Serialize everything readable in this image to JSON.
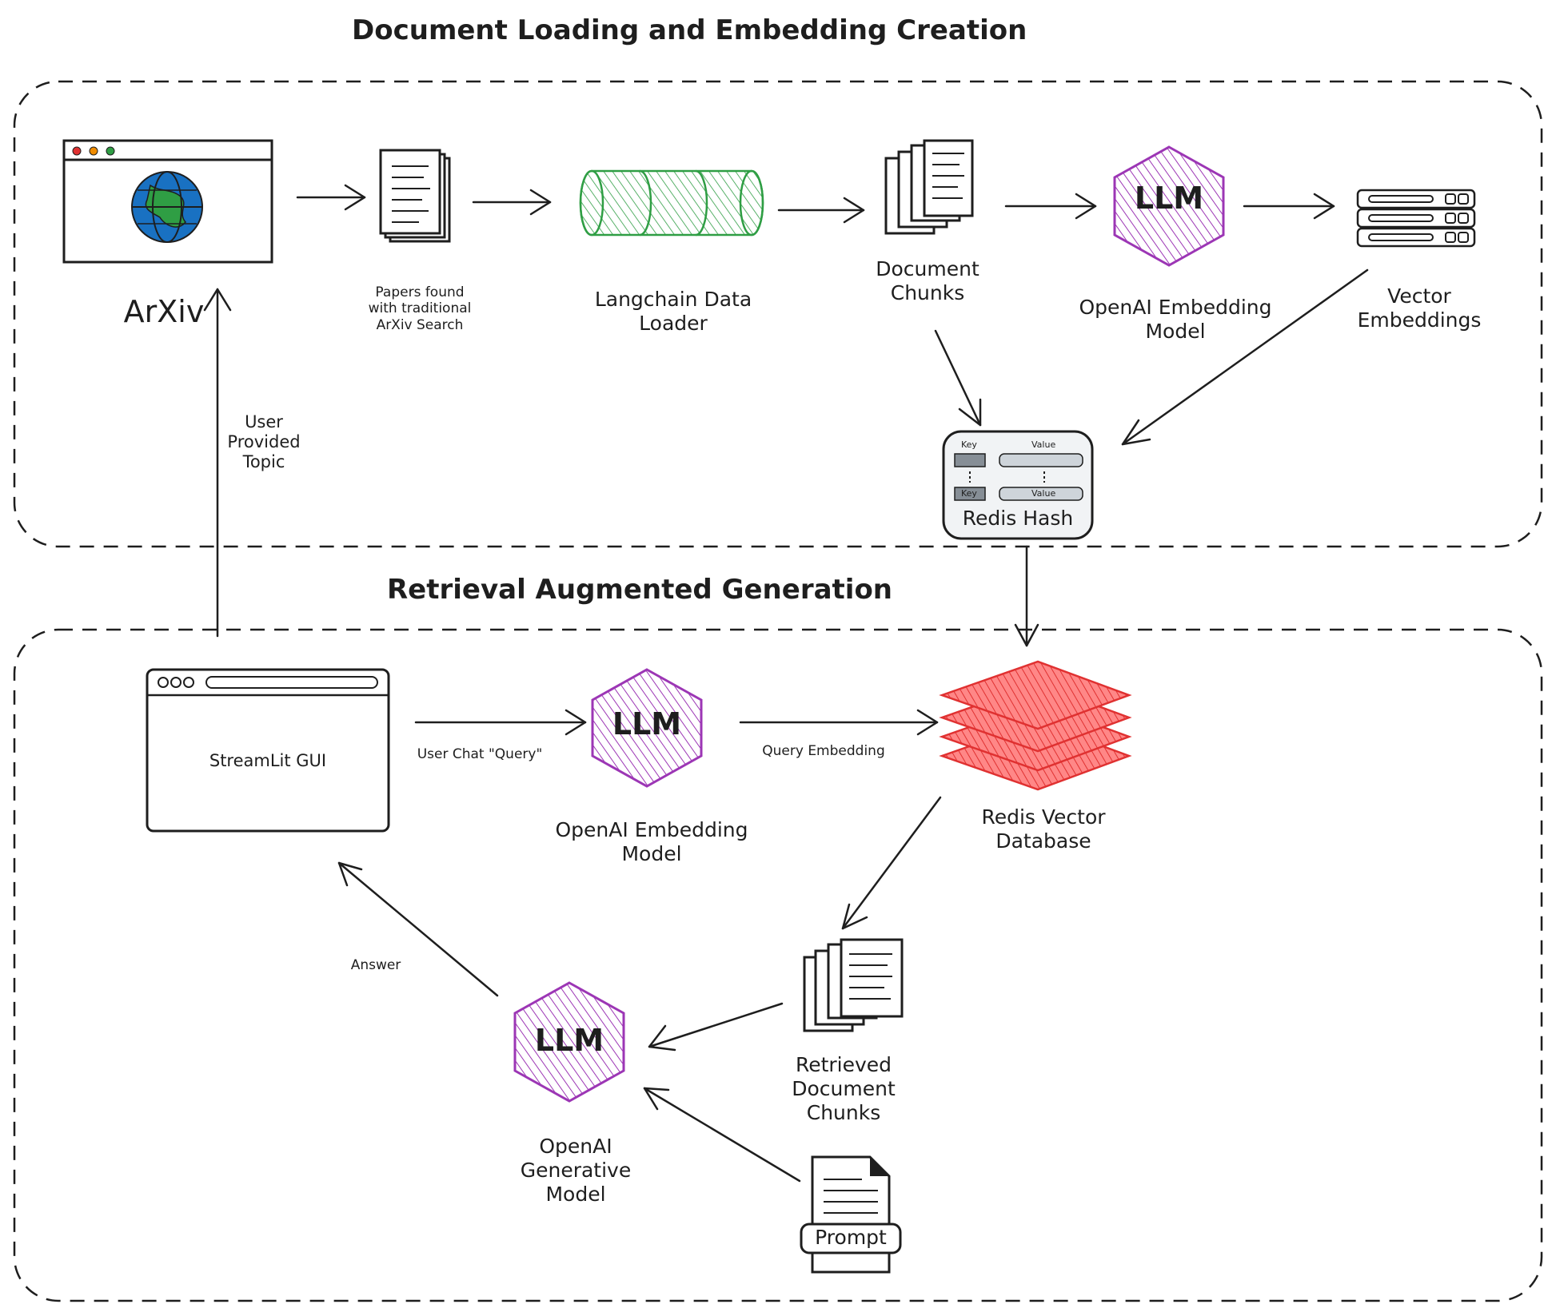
{
  "colors": {
    "ink": "#1e1e1e",
    "llm_purple": "#9c36b5",
    "loader_green": "#2f9e44",
    "redis_red": "#e03131",
    "globe_blue": "#1971c2",
    "globe_green": "#2f9e44",
    "dot_red": "#e03131",
    "dot_yellow": "#f08c00",
    "dot_green": "#2f9e44"
  },
  "sections": {
    "top_title": "Document Loading and Embedding Creation",
    "bottom_title": "Retrieval Augmented Generation"
  },
  "nodes": {
    "arxiv": {
      "label": "ArXiv",
      "icon": "browser-globe-icon"
    },
    "papers": {
      "lines": [
        "Papers found",
        "with traditional",
        "ArXiv Search"
      ],
      "icon": "document-stack-icon"
    },
    "loader": {
      "lines": [
        "Langchain Data",
        "Loader"
      ],
      "icon": "pipe-cylinder-icon"
    },
    "chunks": {
      "lines": [
        "Document",
        "Chunks"
      ],
      "icon": "document-stack-icon"
    },
    "embed_top": {
      "llm": "LLM",
      "lines": [
        "OpenAI Embedding",
        "Model"
      ],
      "icon": "llm-hexagon-icon"
    },
    "vectors": {
      "lines": [
        "Vector",
        "Embeddings"
      ],
      "icon": "server-rack-icon"
    },
    "redis_hash": {
      "label": "Redis Hash",
      "key": "Key",
      "value": "Value",
      "icon": "hash-table-icon"
    },
    "streamlit": {
      "label": "StreamLit GUI",
      "icon": "browser-window-icon"
    },
    "embed_bottom": {
      "llm": "LLM",
      "lines": [
        "OpenAI Embedding",
        "Model"
      ],
      "icon": "llm-hexagon-icon"
    },
    "redis_db": {
      "lines": [
        "Redis Vector",
        "Database"
      ],
      "icon": "stacked-layers-icon"
    },
    "retrieved": {
      "lines": [
        "Retrieved",
        "Document",
        "Chunks"
      ],
      "icon": "document-stack-icon"
    },
    "generative": {
      "llm": "LLM",
      "lines": [
        "OpenAI",
        "Generative",
        "Model"
      ],
      "icon": "llm-hexagon-icon"
    },
    "prompt": {
      "label": "Prompt",
      "icon": "prompt-document-icon"
    }
  },
  "edges": {
    "user_topic": [
      "User",
      "Provided",
      "Topic"
    ],
    "user_query": "User Chat \"Query\"",
    "query_embedding": "Query Embedding",
    "answer": "Answer"
  }
}
